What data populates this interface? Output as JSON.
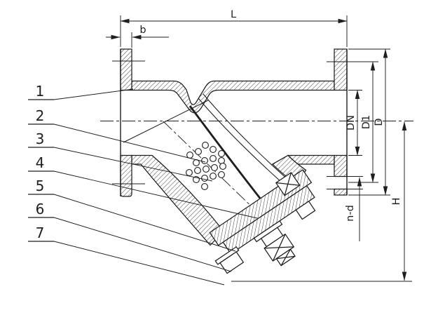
{
  "figure": {
    "colors": {
      "line": "#1e1e1e",
      "background": "#ffffff"
    },
    "dimension_labels": {
      "overall_length": "L",
      "flange_thickness": "b",
      "nominal_diameter": "DN",
      "bolt_circle_diameter": "D1",
      "flange_outer_diameter": "D",
      "overall_height": "H",
      "bolt_holes": "n-d"
    },
    "part_callouts": [
      {
        "number": "1"
      },
      {
        "number": "2"
      },
      {
        "number": "3"
      },
      {
        "number": "4"
      },
      {
        "number": "5"
      },
      {
        "number": "6"
      },
      {
        "number": "7"
      }
    ]
  }
}
